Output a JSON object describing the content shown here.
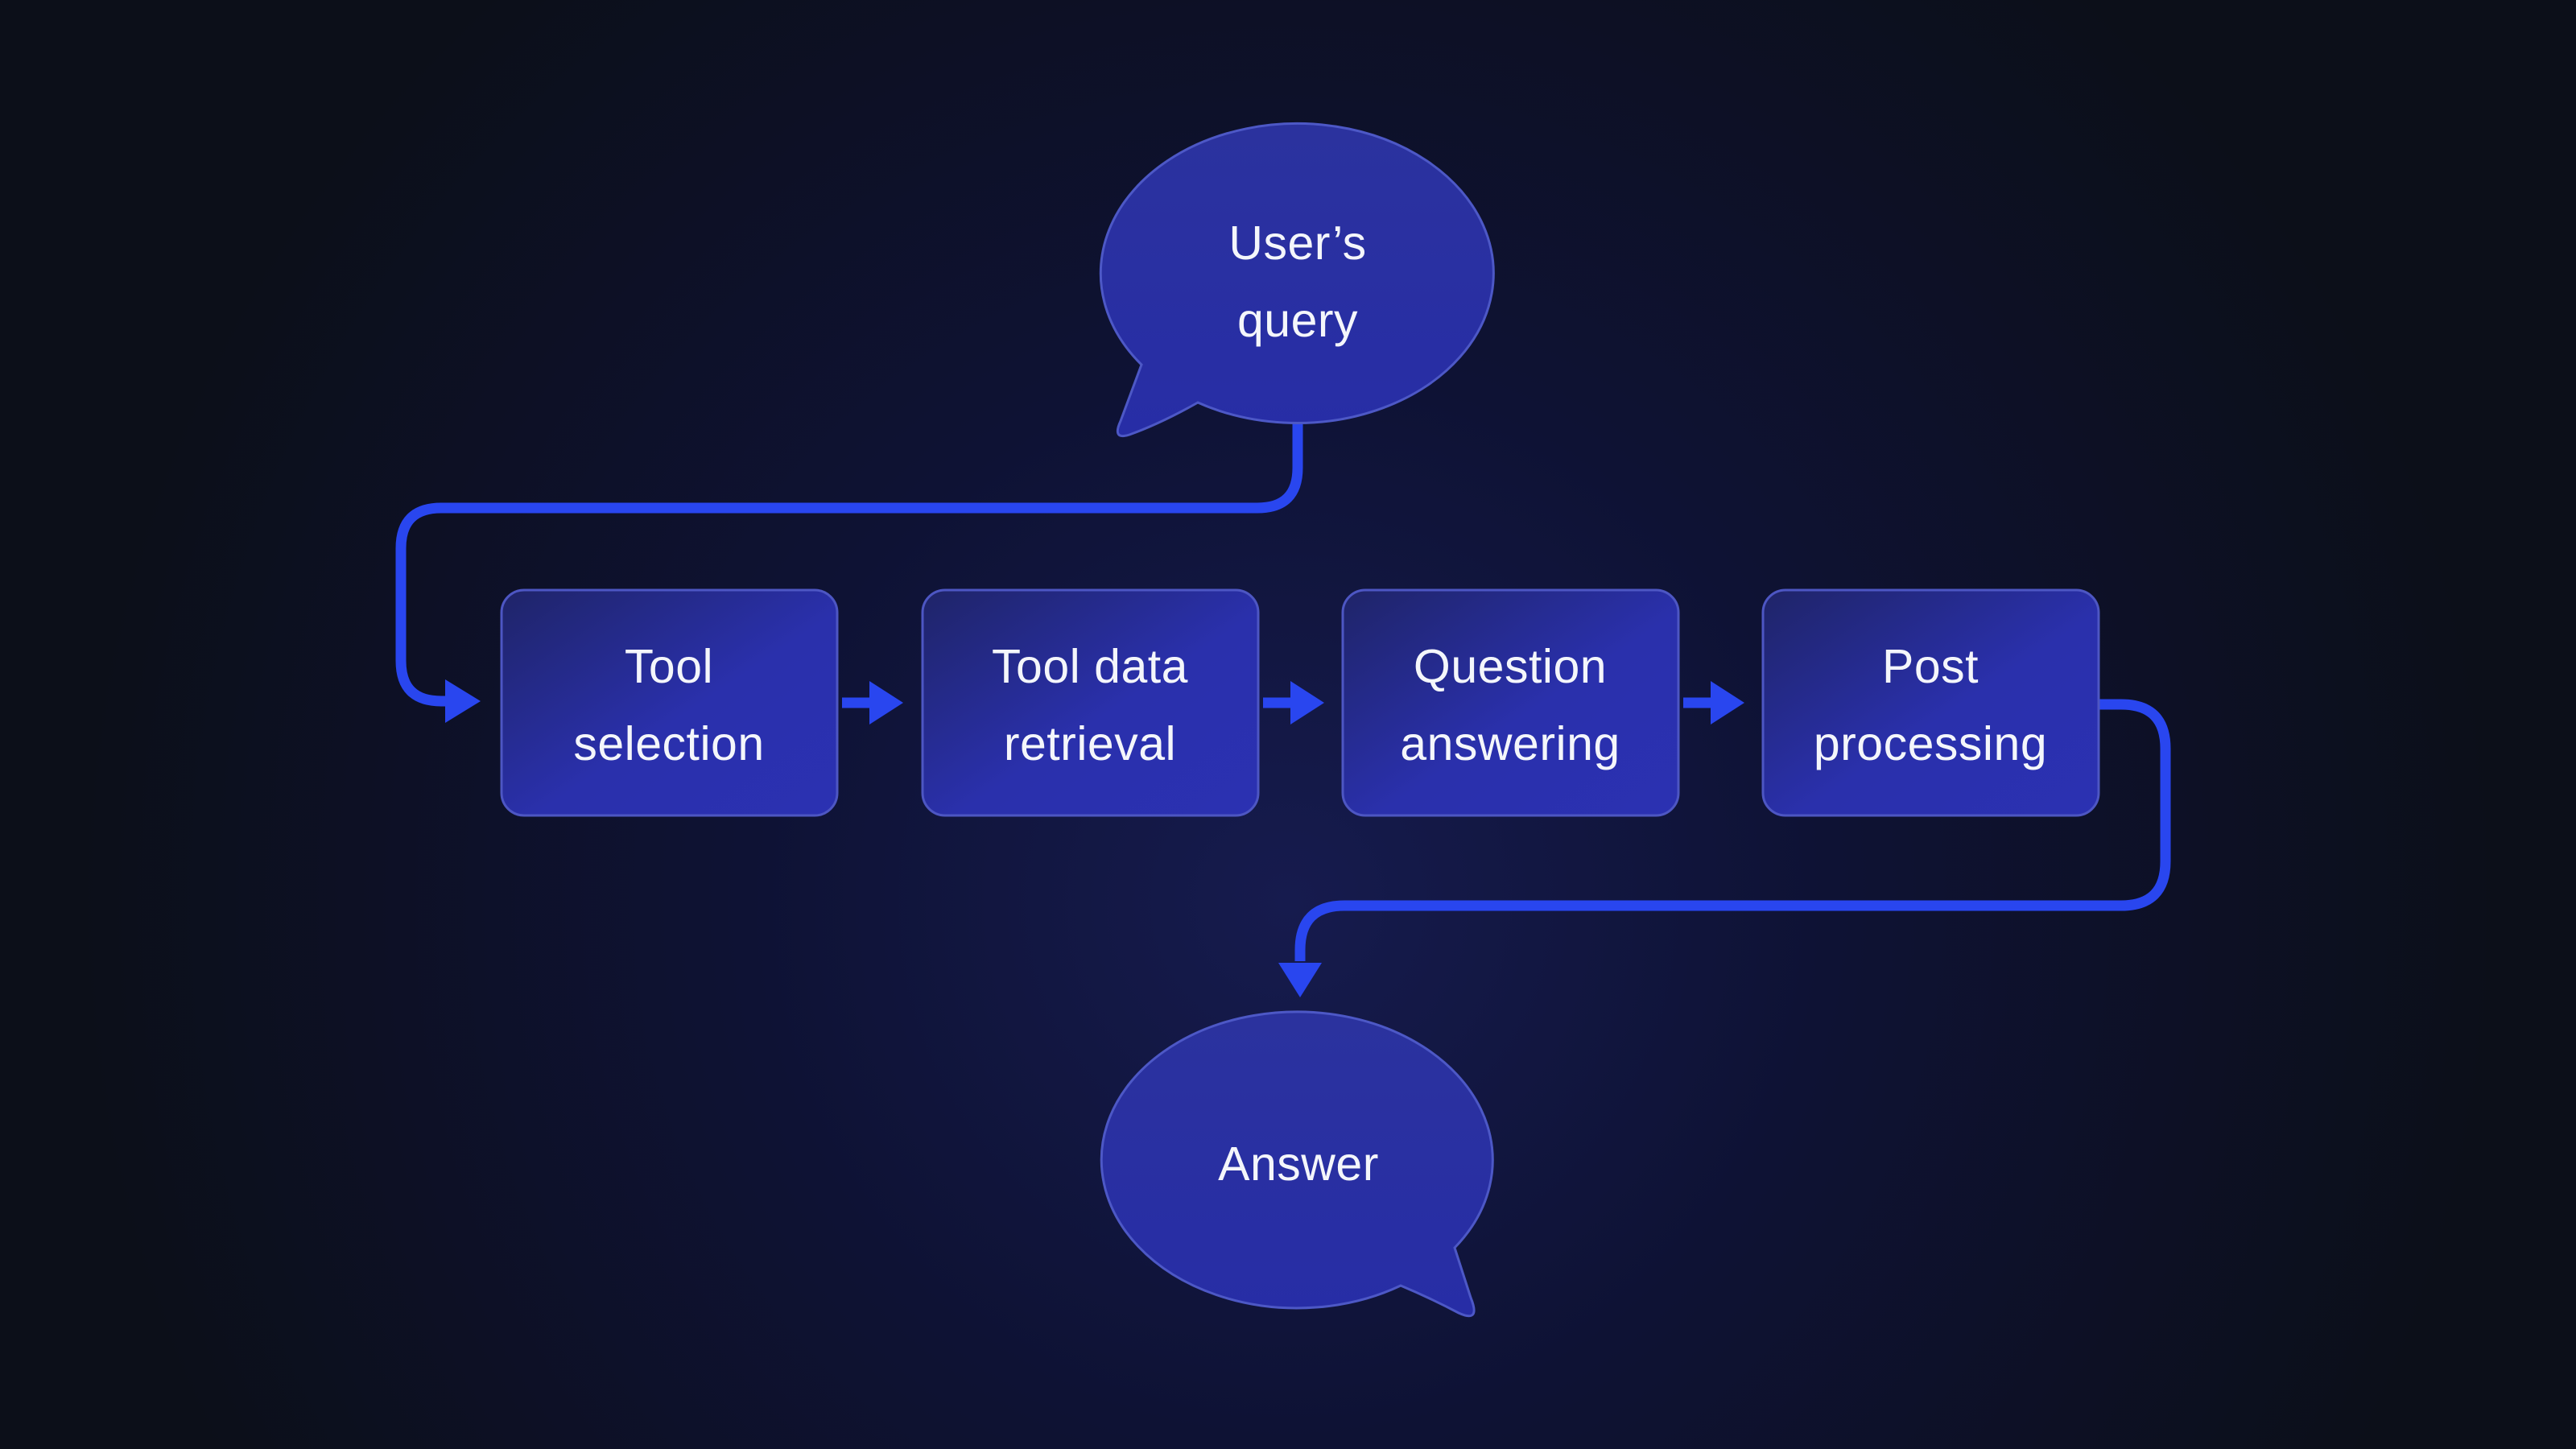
{
  "flow": {
    "query_bubble": {
      "label": "User’s query",
      "line1": "User’s",
      "line2": "query"
    },
    "steps": [
      {
        "label": "Tool selection",
        "line1": "Tool",
        "line2": "selection"
      },
      {
        "label": "Tool data retrieval",
        "line1": "Tool data",
        "line2": "retrieval"
      },
      {
        "label": "Question answering",
        "line1": "Question",
        "line2": "answering"
      },
      {
        "label": "Post processing",
        "line1": "Post",
        "line2": "processing"
      }
    ],
    "answer_bubble": {
      "label": "Answer"
    },
    "edges": [
      {
        "from": "users-query",
        "to": "tool-selection"
      },
      {
        "from": "tool-selection",
        "to": "tool-data-retrieval"
      },
      {
        "from": "tool-data-retrieval",
        "to": "question-answering"
      },
      {
        "from": "question-answering",
        "to": "post-processing"
      },
      {
        "from": "post-processing",
        "to": "answer"
      }
    ],
    "colors": {
      "background": "#0c0f19",
      "background_glow": "#161b4e",
      "node_fill": "#2a30a8",
      "node_fill_dark": "#1f2468",
      "node_border": "#4d57c4",
      "arrow": "#2946ef",
      "text": "#f4f6fb"
    }
  }
}
